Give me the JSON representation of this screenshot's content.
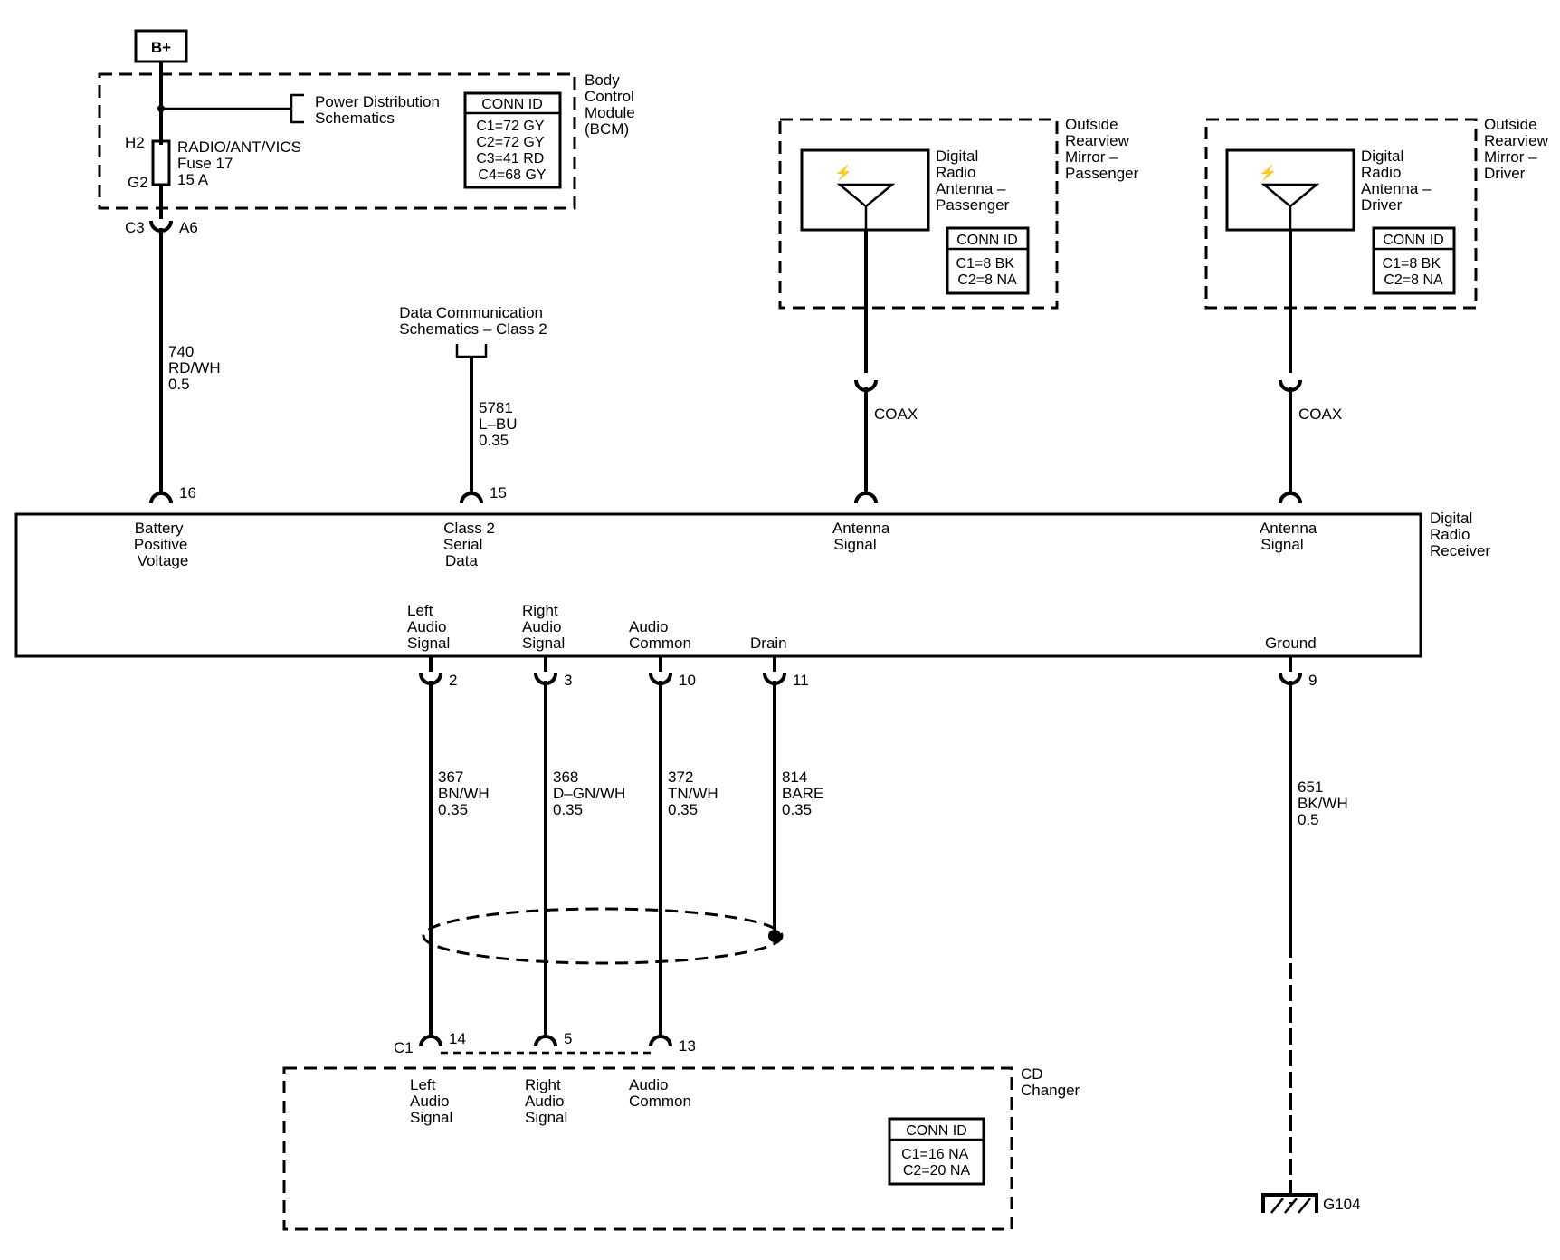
{
  "battery": {
    "label": "B+"
  },
  "bcm": {
    "name": [
      "Body",
      "Control",
      "Module",
      "(BCM)"
    ],
    "power_ref": [
      "Power Distribution",
      "Schematics"
    ],
    "pin_h2": "H2",
    "pin_g2": "G2",
    "fuse": [
      "RADIO/ANT/VICS",
      "Fuse 17",
      "15 A"
    ],
    "conn_title": "CONN ID",
    "conn": [
      "C1=72 GY",
      "C2=72 GY",
      "C3=41 RD",
      "C4=68 GY"
    ],
    "out_conn": "C3",
    "out_pin": "A6"
  },
  "data_ref": [
    "Data Communication",
    "Schematics – Class 2"
  ],
  "antenna_passenger": {
    "module": [
      "Outside",
      "Rearview",
      "Mirror –",
      "Passenger"
    ],
    "label": [
      "Digital",
      "Radio",
      "Antenna –",
      "Passenger"
    ],
    "conn_title": "CONN ID",
    "conn": [
      "C1=8 BK",
      "C2=8 NA"
    ]
  },
  "antenna_driver": {
    "module": [
      "Outside",
      "Rearview",
      "Mirror –",
      "Driver"
    ],
    "label": [
      "Digital",
      "Radio",
      "Antenna –",
      "Driver"
    ],
    "conn_title": "CONN ID",
    "conn": [
      "C1=8 BK",
      "C2=8 NA"
    ]
  },
  "receiver": {
    "name": [
      "Digital",
      "Radio",
      "Receiver"
    ],
    "top_pins": [
      {
        "pin": "16",
        "label": [
          "Battery",
          "Positive",
          "Voltage"
        ]
      },
      {
        "pin": "15",
        "label": [
          "Class 2",
          "Serial",
          "Data"
        ]
      },
      {
        "label": [
          "Antenna",
          "Signal"
        ]
      },
      {
        "label": [
          "Antenna",
          "Signal"
        ]
      }
    ],
    "bottom_pins": [
      {
        "pin": "2",
        "label": [
          "Left",
          "Audio",
          "Signal"
        ]
      },
      {
        "pin": "3",
        "label": [
          "Right",
          "Audio",
          "Signal"
        ]
      },
      {
        "pin": "10",
        "label": [
          "Audio",
          "Common"
        ]
      },
      {
        "pin": "11",
        "label": [
          "Drain"
        ]
      },
      {
        "pin": "9",
        "label": [
          "Ground"
        ]
      }
    ]
  },
  "wires": {
    "bplus": [
      "740",
      "RD/WH",
      "0.5"
    ],
    "class2": [
      "5781",
      "L–BU",
      "0.35"
    ],
    "coax_passenger": "COAX",
    "coax_driver": "COAX",
    "left": [
      "367",
      "BN/WH",
      "0.35"
    ],
    "right": [
      "368",
      "D–GN/WH",
      "0.35"
    ],
    "common": [
      "372",
      "TN/WH",
      "0.35"
    ],
    "drain": [
      "814",
      "BARE",
      "0.35"
    ],
    "ground": [
      "651",
      "BK/WH",
      "0.5"
    ]
  },
  "cd_changer": {
    "name": [
      "CD",
      "Changer"
    ],
    "conn_label": "C1",
    "pins": [
      {
        "pin": "14",
        "label": [
          "Left",
          "Audio",
          "Signal"
        ]
      },
      {
        "pin": "5",
        "label": [
          "Right",
          "Audio",
          "Signal"
        ]
      },
      {
        "pin": "13",
        "label": [
          "Audio",
          "Common"
        ]
      }
    ],
    "conn_title": "CONN ID",
    "conn": [
      "C1=16 NA",
      "C2=20 NA"
    ]
  },
  "ground": {
    "label": "G104"
  }
}
